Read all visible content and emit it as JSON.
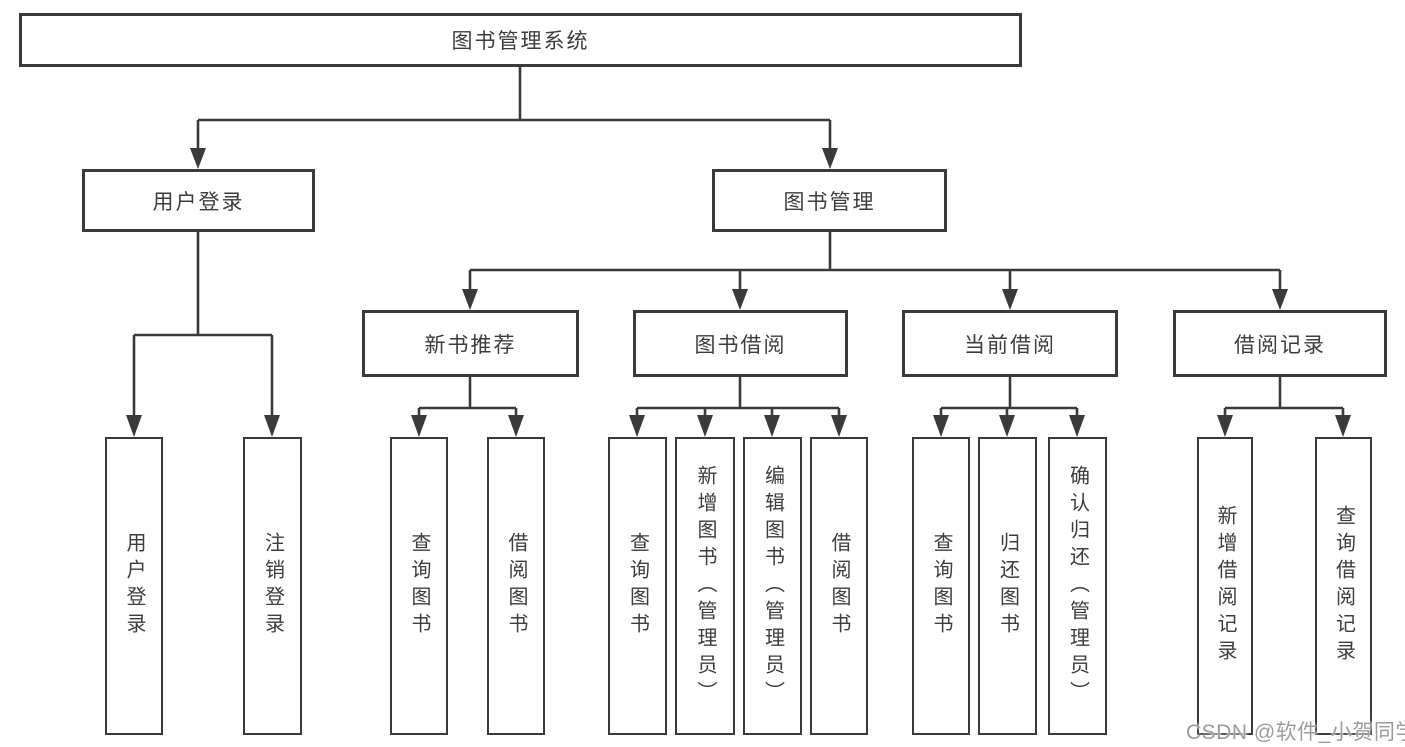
{
  "diagram": {
    "root": {
      "label": "图书管理系统"
    },
    "branches": [
      {
        "label": "用户登录"
      },
      {
        "label": "图书管理"
      }
    ],
    "modules": [
      {
        "label": "新书推荐",
        "parent": "图书管理"
      },
      {
        "label": "图书借阅",
        "parent": "图书管理"
      },
      {
        "label": "当前借阅",
        "parent": "图书管理"
      },
      {
        "label": "借阅记录",
        "parent": "图书管理"
      }
    ],
    "functions": [
      {
        "label": "用户登录",
        "parent": "用户登录"
      },
      {
        "label": "注销登录",
        "parent": "用户登录"
      },
      {
        "label": "查询图书",
        "parent": "新书推荐"
      },
      {
        "label": "借阅图书",
        "parent": "新书推荐"
      },
      {
        "label": "查询图书",
        "parent": "图书借阅"
      },
      {
        "label": "新增图书（管理员）",
        "parent": "图书借阅"
      },
      {
        "label": "编辑图书（管理员）",
        "parent": "图书借阅"
      },
      {
        "label": "借阅图书",
        "parent": "图书借阅"
      },
      {
        "label": "查询图书",
        "parent": "当前借阅"
      },
      {
        "label": "归还图书",
        "parent": "当前借阅"
      },
      {
        "label": "确认归还（管理员）",
        "parent": "当前借阅"
      },
      {
        "label": "新增借阅记录",
        "parent": "借阅记录"
      },
      {
        "label": "查询借阅记录",
        "parent": "借阅记录"
      }
    ]
  },
  "watermark": {
    "text": "CSDN @软件_小贺同学"
  },
  "colors": {
    "line": "#3a3a3a",
    "text": "#3d3d3d",
    "watermark": "#9c9c9c",
    "background": "#ffffff"
  }
}
